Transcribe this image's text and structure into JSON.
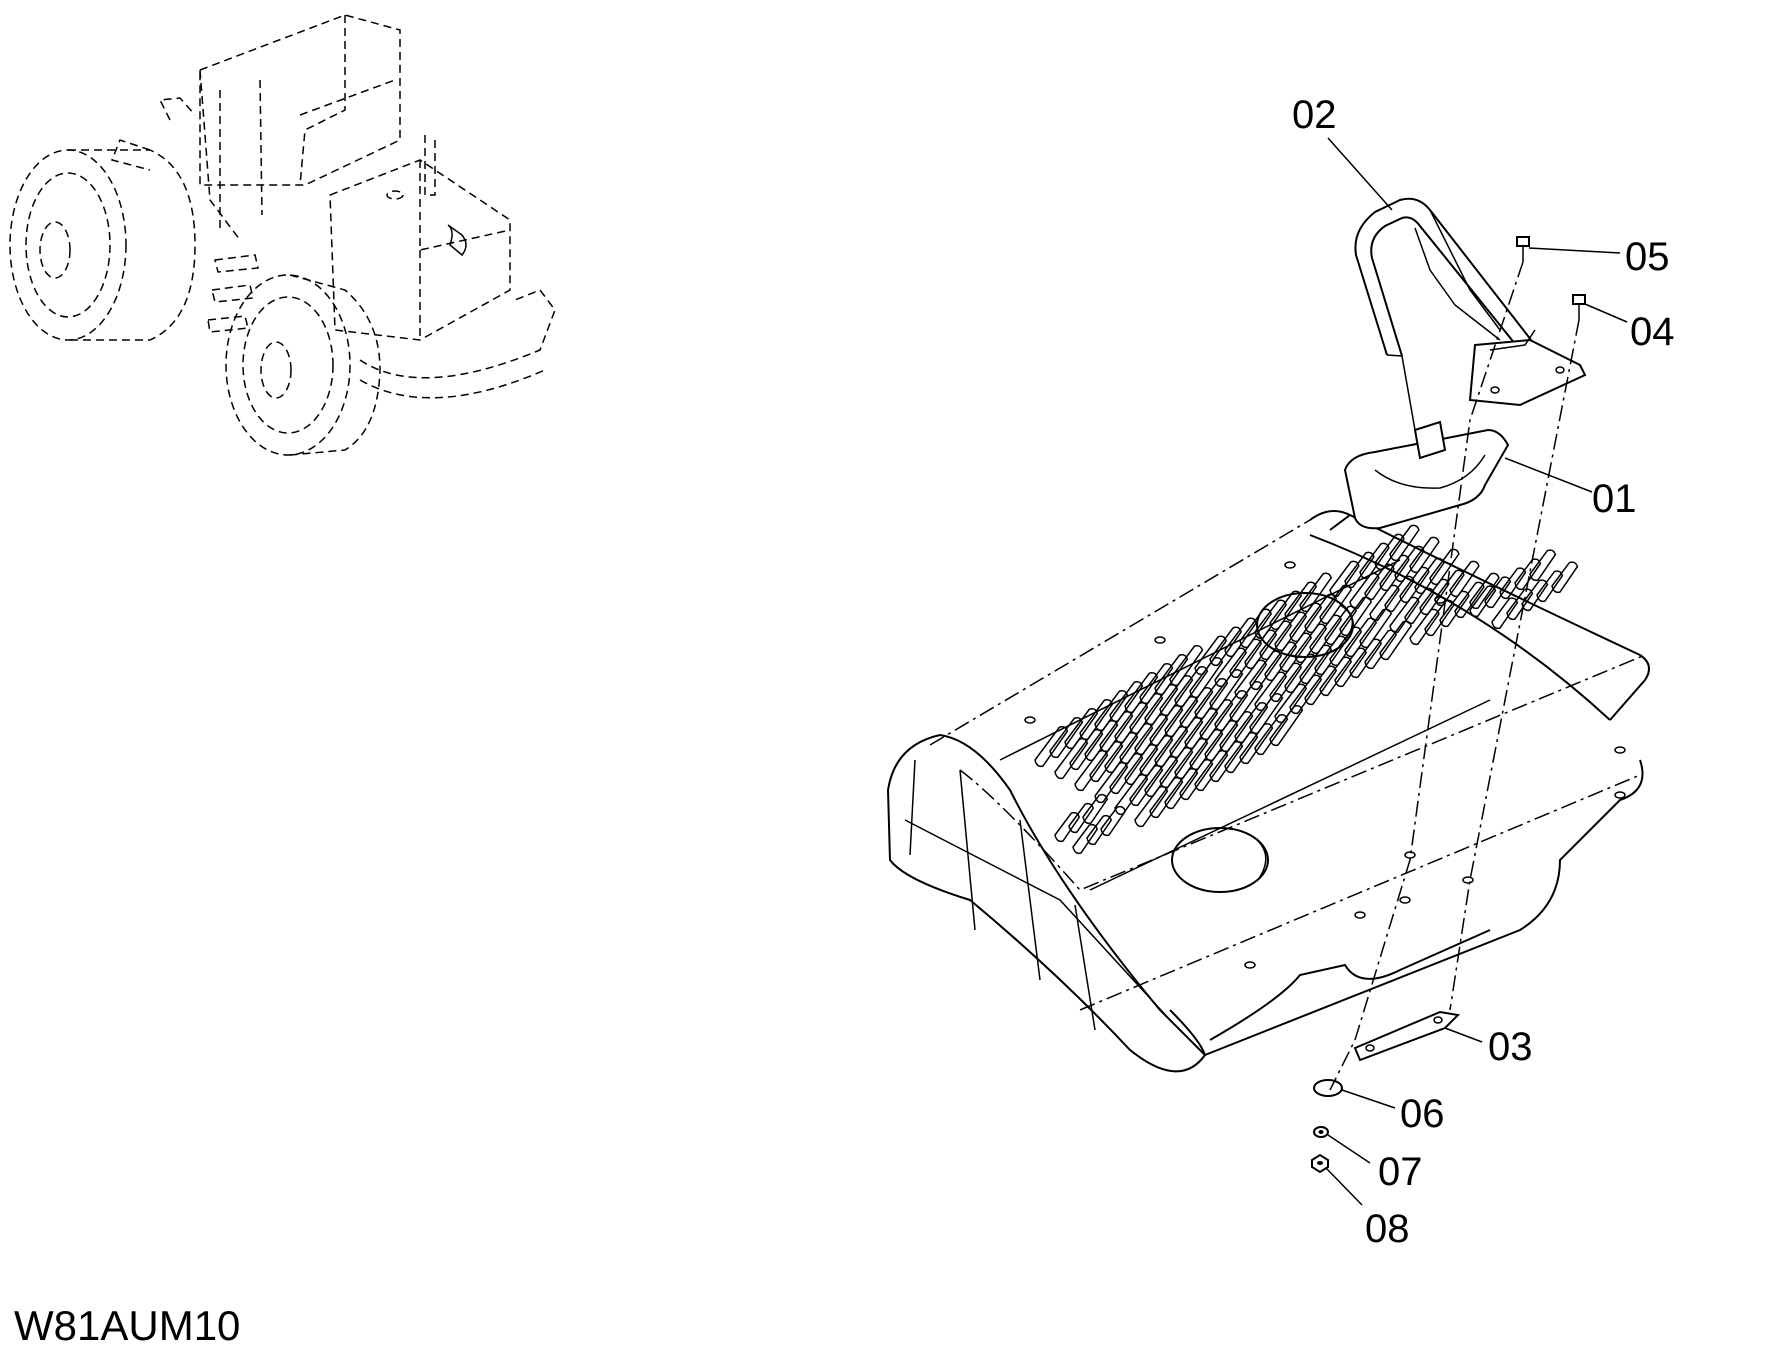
{
  "drawing_code": "W81AUM10",
  "parts": [
    {
      "id": "01",
      "label": "01"
    },
    {
      "id": "02",
      "label": "02"
    },
    {
      "id": "03",
      "label": "03"
    },
    {
      "id": "04",
      "label": "04"
    },
    {
      "id": "05",
      "label": "05"
    },
    {
      "id": "06",
      "label": "06"
    },
    {
      "id": "07",
      "label": "07"
    },
    {
      "id": "08",
      "label": "08"
    }
  ]
}
